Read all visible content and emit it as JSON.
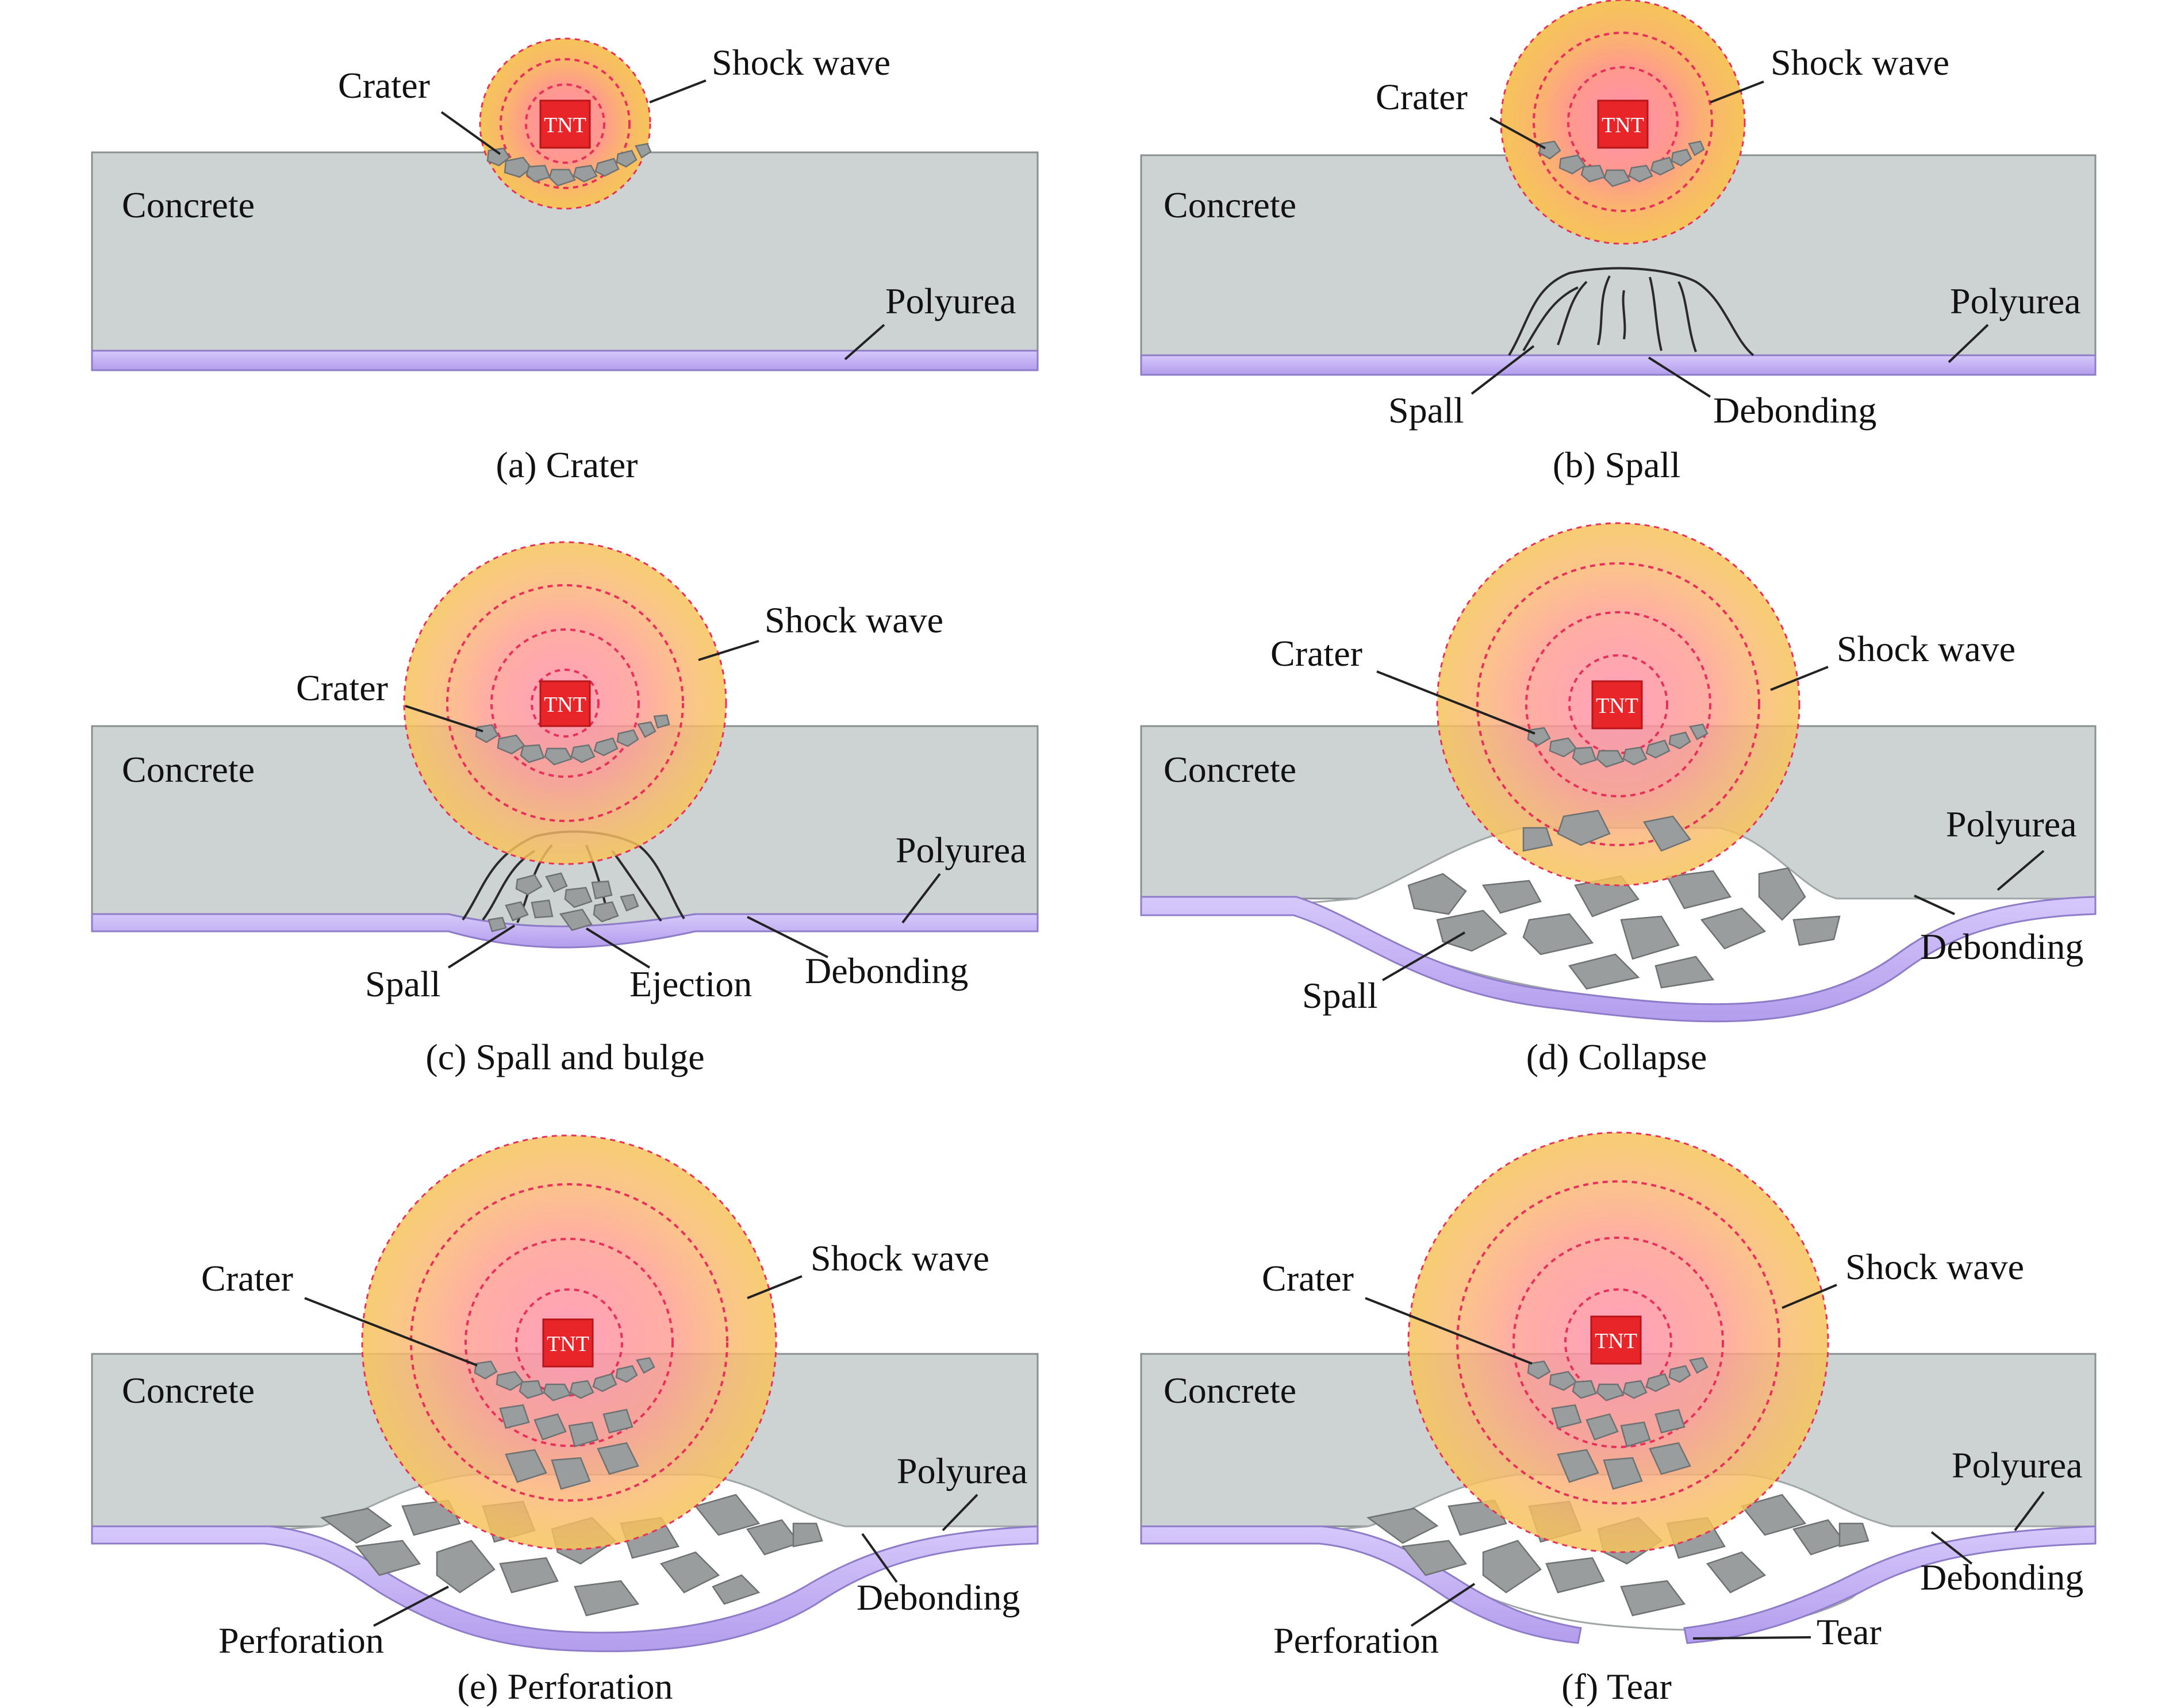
{
  "panels": [
    {
      "caption": "(a) Crater",
      "labels": {
        "concrete": "Concrete",
        "polyurea": "Polyurea",
        "crater": "Crater",
        "shock_wave": "Shock wave",
        "charge": "TNT"
      }
    },
    {
      "caption": "(b) Spall",
      "labels": {
        "concrete": "Concrete",
        "polyurea": "Polyurea",
        "crater": "Crater",
        "shock_wave": "Shock wave",
        "charge": "TNT",
        "spall": "Spall",
        "debonding": "Debonding"
      }
    },
    {
      "caption": "(c) Spall and bulge",
      "labels": {
        "concrete": "Concrete",
        "polyurea": "Polyurea",
        "crater": "Crater",
        "shock_wave": "Shock wave",
        "charge": "TNT",
        "spall": "Spall",
        "ejection": "Ejection",
        "debonding": "Debonding"
      }
    },
    {
      "caption": "(d) Collapse",
      "labels": {
        "concrete": "Concrete",
        "polyurea": "Polyurea",
        "crater": "Crater",
        "shock_wave": "Shock wave",
        "charge": "TNT",
        "spall": "Spall",
        "debonding": "Debonding"
      }
    },
    {
      "caption": "(e) Perforation",
      "labels": {
        "concrete": "Concrete",
        "polyurea": "Polyurea",
        "crater": "Crater",
        "shock_wave": "Shock wave",
        "charge": "TNT",
        "perforation": "Perforation",
        "debonding": "Debonding"
      }
    },
    {
      "caption": "(f) Tear",
      "labels": {
        "concrete": "Concrete",
        "polyurea": "Polyurea",
        "crater": "Crater",
        "shock_wave": "Shock wave",
        "charge": "TNT",
        "perforation": "Perforation",
        "debonding": "Debonding",
        "tear": "Tear"
      }
    }
  ],
  "colors": {
    "concrete": "#cdd3d2",
    "polyurea": "#c3aef3",
    "fragment": "#9a9d9e",
    "tnt_box": "#e8262a",
    "shock_outer": "#f6c15a",
    "shock_inner": "#ff9aa8"
  }
}
